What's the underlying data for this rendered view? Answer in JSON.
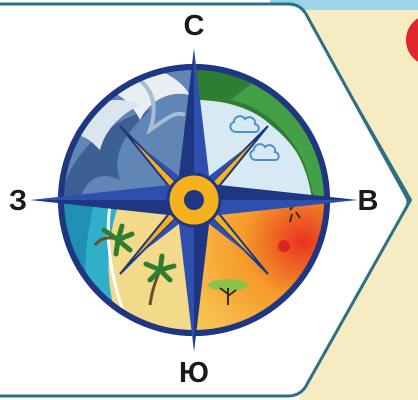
{
  "compass": {
    "north": "С",
    "south": "Ю",
    "west": "З",
    "east": "В"
  },
  "sectors": [
    {
      "name": "ocean-waves",
      "color": "#5f86b5"
    },
    {
      "name": "forest-sky",
      "color": "#cfe3ee"
    },
    {
      "name": "beach-palms",
      "color": "#2fb0c8"
    },
    {
      "name": "desert-sun",
      "color": "#f08a24"
    }
  ],
  "colors": {
    "star": "#2f4fae",
    "star_dark": "#1f3683",
    "hub": "#f6b21e",
    "outline": "#2d6f84",
    "tab_background": "#f7ebc2"
  }
}
